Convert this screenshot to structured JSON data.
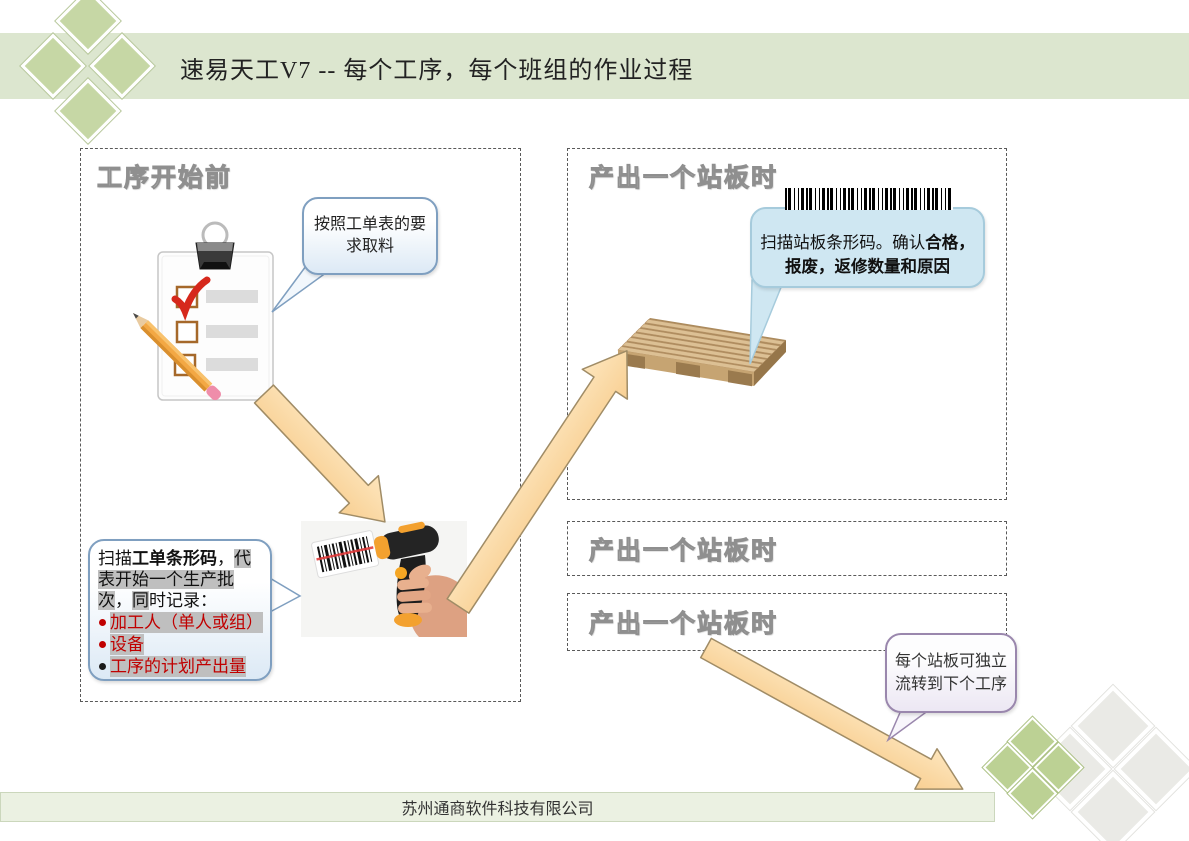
{
  "header": {
    "title": "速易天工V7 -- 每个工序，每个班组的作业过程"
  },
  "footer": {
    "company": "苏州通商软件科技有限公司"
  },
  "boxes": {
    "before_process": {
      "title": "工序开始前"
    },
    "pallet_out_1": {
      "title": "产出一个站板时"
    },
    "pallet_out_2": {
      "title": "产出一个站板时"
    },
    "pallet_out_3": {
      "title": "产出一个站板时"
    }
  },
  "bubbles": {
    "pick_material": {
      "line1": "按照工单表的要",
      "line2": "求取料"
    },
    "scan_workorder": {
      "seg_normal_1": "扫描",
      "seg_bold": "工单条形码",
      "seg_normal_2": "，",
      "seg_highlight_1": "代表开始一个生产批次",
      "seg_normal_3": "，",
      "seg_highlight_2": "同",
      "seg_normal_4": "时记录：",
      "bullets": [
        {
          "text": "加工人（单人或组）",
          "dot": "red"
        },
        {
          "text": "设备",
          "dot": "red"
        },
        {
          "text": "工序的计划产出量",
          "dot": "black"
        }
      ]
    },
    "scan_pallet": {
      "normal": "扫描站板条形码。确认",
      "bold1": "合格，",
      "bold2": "报废，返修数量和原因"
    },
    "independent_flow": {
      "line1": "每个站板可独立",
      "line2": "流转到下个工序"
    }
  },
  "icons": {
    "check_glyph": "✓",
    "clipboard": "clipboard-checklist-icon",
    "pencil": "pencil-icon",
    "scanner": "barcode-scanner-photo",
    "pallet": "wooden-pallet-icon",
    "barcode": "barcode-icon"
  },
  "colors": {
    "header_green": "#dce6cf",
    "diamond_green": "#c6d7a5",
    "arrow_orange": "#fbd9a2",
    "bubble_blue_fill": "#cfe7f2",
    "bubble_line_border": "#7f9fc0",
    "bubble_purple_border": "#9a87ad",
    "highlight_gray": "#bfbfbf",
    "bullet_red": "#c00000"
  }
}
